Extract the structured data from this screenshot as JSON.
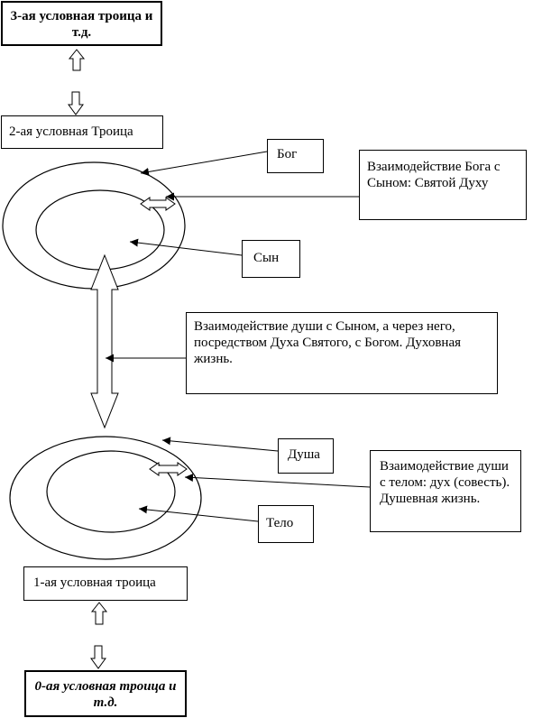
{
  "boxes": {
    "third_trinity": "3-ая условная троица и т.д.",
    "second_trinity": "2-ая условная Троица",
    "god": "Бог",
    "god_son_interaction": "Взаимодействие Бога с Сыном: Святой Духу",
    "son": "Сын",
    "soul_son_interaction": "Взаимодействие души с Сыном, а через него, посредством Духа Святого, с Богом. Духовная жизнь.",
    "soul": "Душа",
    "soul_body_interaction": "Взаимодействие души с телом: дух (совесть). Душевная жизнь.",
    "body": "Тело",
    "first_trinity": "1-ая условная троица",
    "zero_trinity": "0-ая условная троица и т.д."
  }
}
